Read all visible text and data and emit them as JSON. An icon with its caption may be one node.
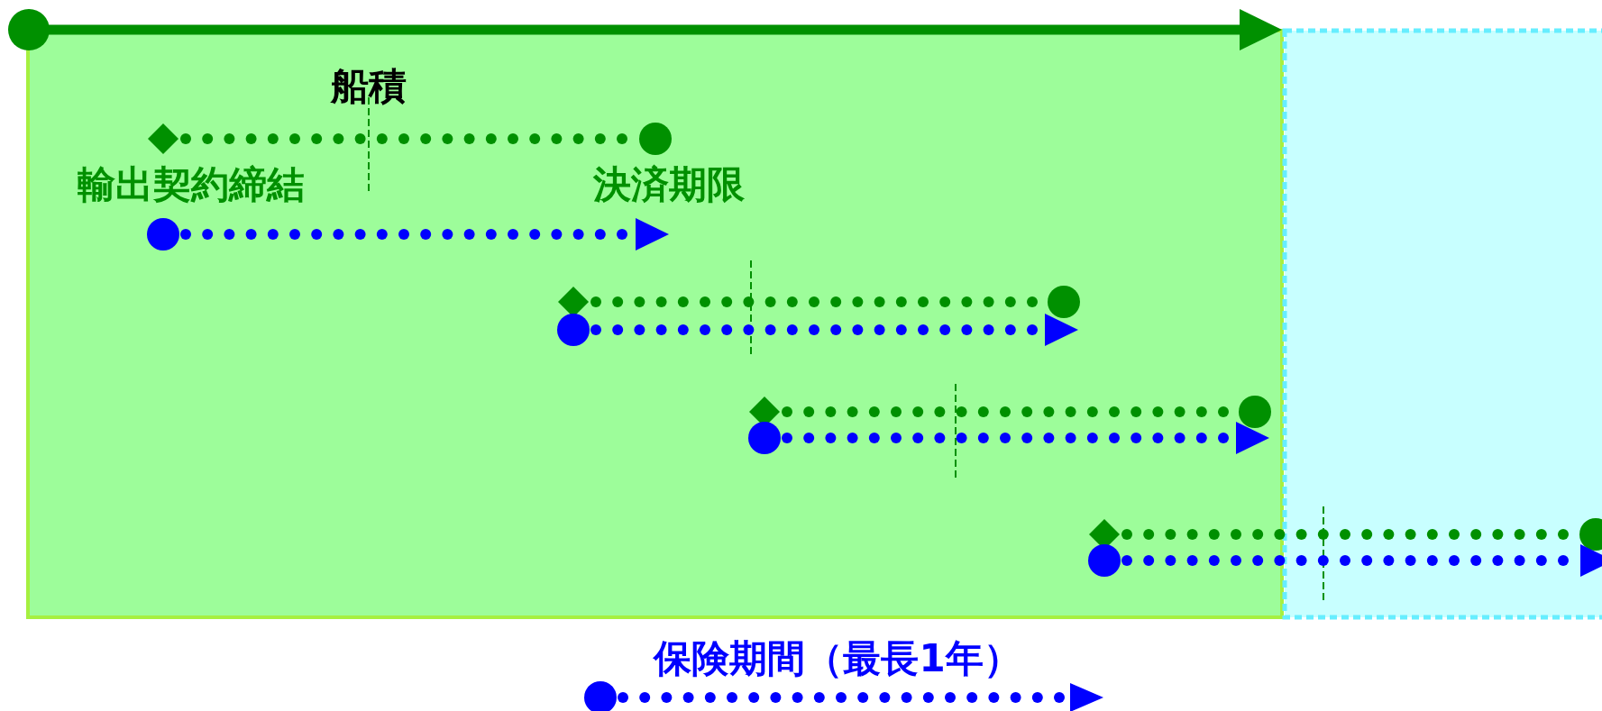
{
  "diagram": {
    "labels": [
      "船積",
      "輸出契約締結",
      "決済期限"
    ],
    "legend": [
      {
        "text": "保険期間（最長1年）"
      }
    ]
  }
}
